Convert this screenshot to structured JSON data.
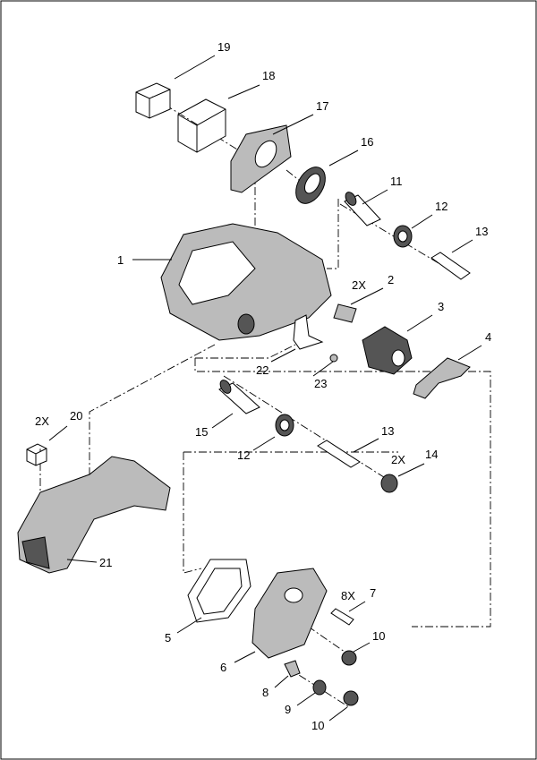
{
  "labels": {
    "p19": "19",
    "p18": "18",
    "p17": "17",
    "p16": "16",
    "p11": "11",
    "p12a": "12",
    "p13a": "13",
    "p1": "1",
    "q2": "2X",
    "p2": "2",
    "p3": "3",
    "p4": "4",
    "p22": "22",
    "p23": "23",
    "q20": "2X",
    "p20": "20",
    "p15": "15",
    "p13b": "13",
    "p12b": "12",
    "q14": "2X",
    "p14": "14",
    "p21": "21",
    "q7": "8X",
    "p7": "7",
    "p5": "5",
    "p10a": "10",
    "p6": "6",
    "p8": "8",
    "p9": "9",
    "p10b": "10"
  }
}
